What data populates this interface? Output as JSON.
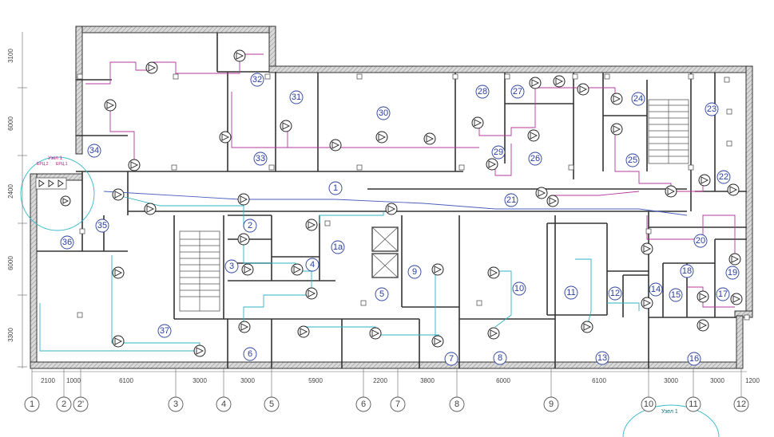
{
  "dimensions": {
    "vertical": [
      "3100",
      "6000",
      "2400",
      "6000",
      "3300"
    ],
    "horizontal_bottom": [
      "2100",
      "1000",
      "6100",
      "3000",
      "3000",
      "5900",
      "2200",
      "3800",
      "6000",
      "6100",
      "3000",
      "3000",
      "1200"
    ]
  },
  "axes": {
    "bottom": [
      "1",
      "2",
      "2'",
      "3",
      "4",
      "5",
      "6",
      "7",
      "8",
      "9",
      "10",
      "11",
      "12"
    ]
  },
  "rooms": [
    "1",
    "1a",
    "2",
    "3",
    "4",
    "5",
    "6",
    "7",
    "8",
    "9",
    "10",
    "11",
    "12",
    "13",
    "14",
    "15",
    "16",
    "17",
    "18",
    "19",
    "20",
    "21",
    "22",
    "23",
    "24",
    "25",
    "26",
    "27",
    "28",
    "29",
    "30",
    "31",
    "32",
    "33",
    "34",
    "35",
    "36",
    "37"
  ],
  "callouts": {
    "node_title": "Узел 1",
    "node_bottom": "Узел 1",
    "panel_left": "ЕРЦ.2",
    "panel_right": "ЕРЦ.1"
  },
  "legend_colors": {
    "magenta_line": "#b4389a",
    "cyan_line": "#32b2c2",
    "blue_line": "#4b5fbf",
    "room_number": "#2a3f9e"
  }
}
